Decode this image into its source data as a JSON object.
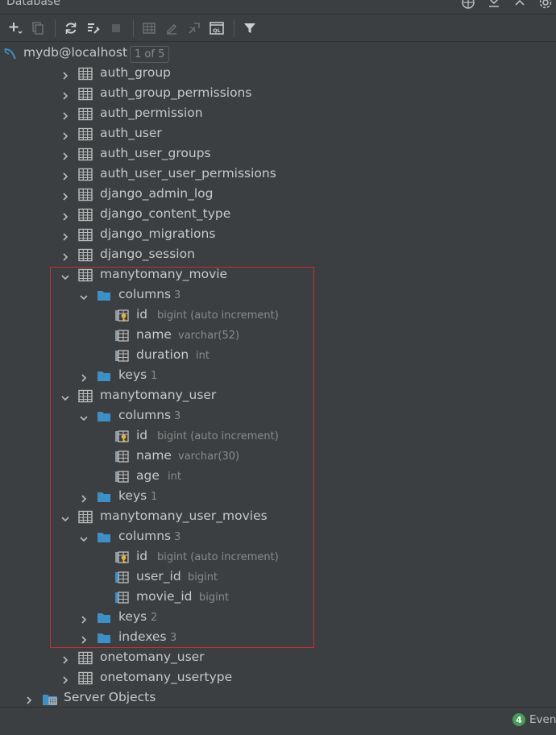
{
  "window": {
    "title": "Database"
  },
  "tree": {
    "root": {
      "label": "mydb@localhost",
      "badge": "1 of 5"
    },
    "tables_a": [
      "auth_group",
      "auth_group_permissions",
      "auth_permission",
      "auth_user",
      "auth_user_groups",
      "auth_user_user_permissions",
      "django_admin_log",
      "django_content_type",
      "django_migrations",
      "django_session"
    ],
    "movie": {
      "label": "manytomany_movie",
      "columns_label": "columns",
      "columns_count": "3",
      "columns": [
        {
          "name": "id",
          "type": "bigint (auto increment)"
        },
        {
          "name": "name",
          "type": "varchar(52)"
        },
        {
          "name": "duration",
          "type": "int"
        }
      ],
      "keys_label": "keys",
      "keys_count": "1"
    },
    "user": {
      "label": "manytomany_user",
      "columns_label": "columns",
      "columns_count": "3",
      "columns": [
        {
          "name": "id",
          "type": "bigint (auto increment)"
        },
        {
          "name": "name",
          "type": "varchar(30)"
        },
        {
          "name": "age",
          "type": "int"
        }
      ],
      "keys_label": "keys",
      "keys_count": "1"
    },
    "user_movies": {
      "label": "manytomany_user_movies",
      "columns_label": "columns",
      "columns_count": "3",
      "columns": [
        {
          "name": "id",
          "type": "bigint (auto increment)"
        },
        {
          "name": "user_id",
          "type": "bigint"
        },
        {
          "name": "movie_id",
          "type": "bigint"
        }
      ],
      "keys_label": "keys",
      "keys_count": "2",
      "indexes_label": "indexes",
      "indexes_count": "3"
    },
    "tables_b": [
      "onetomany_user",
      "onetomany_usertype"
    ],
    "server_objects": {
      "label": "Server Objects"
    }
  },
  "statusbar": {
    "events_count": "4",
    "events_label": "Event"
  },
  "colors": {
    "highlight": "#c73030",
    "folder": "#3d8fc6",
    "key": "#e3b33b",
    "events_badge": "#499c54"
  }
}
